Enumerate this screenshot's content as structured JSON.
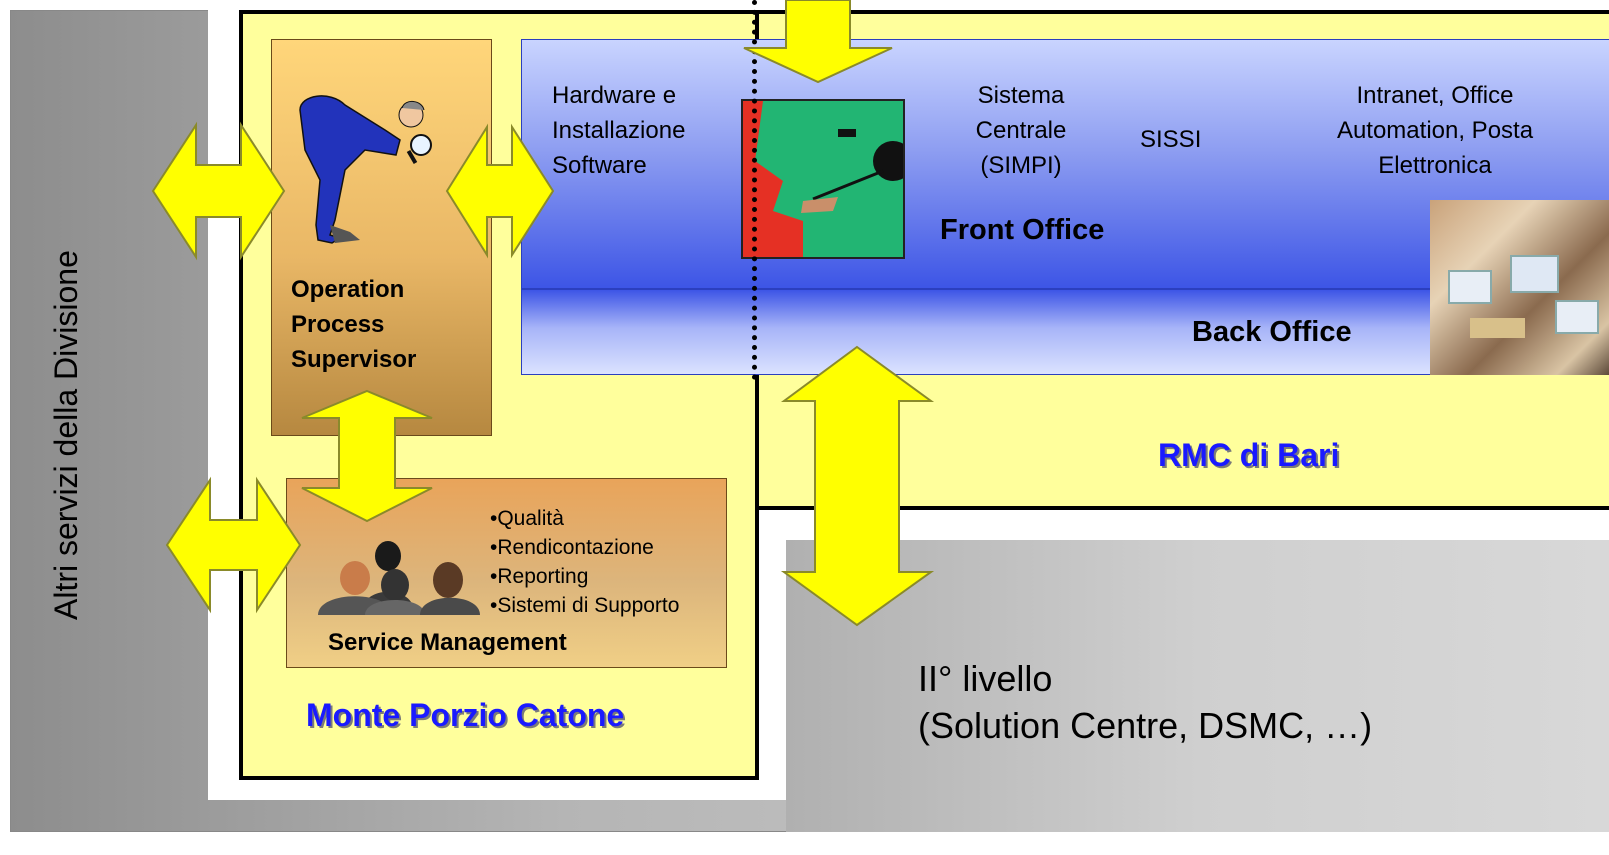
{
  "side_label": "Altri servizi della Divisione",
  "operation_box": {
    "line1": "Operation",
    "line2": "Process",
    "line3": "Supervisor"
  },
  "service_management": {
    "title": "Service Management",
    "bullets": [
      "•Qualità",
      "•Rendicontazione",
      "•Reporting",
      "•Sistemi di Supporto"
    ]
  },
  "monte_porzio": "Monte Porzio Catone",
  "rmc": "RMC di Bari",
  "front_office": {
    "label": "Front Office",
    "hw_line1": "Hardware e",
    "hw_line2": "Installazione",
    "hw_line3": "Software",
    "sc_line1": "Sistema",
    "sc_line2": "Centrale",
    "sc_line3": "(SIMPI)",
    "sissi": "SISSI",
    "intra_line1": "Intranet, Office",
    "intra_line2": "Automation, Posta",
    "intra_line3": "Elettronica"
  },
  "back_office": "Back Office",
  "level2": {
    "line1": "II° livello",
    "line2": "(Solution Centre, DSMC, …)"
  },
  "colors": {
    "arrow_yellow": "#ffff00",
    "title_blue": "#1a1aff",
    "panel_yellow": "#ffff9c",
    "band_blue": "#3d55e6"
  }
}
